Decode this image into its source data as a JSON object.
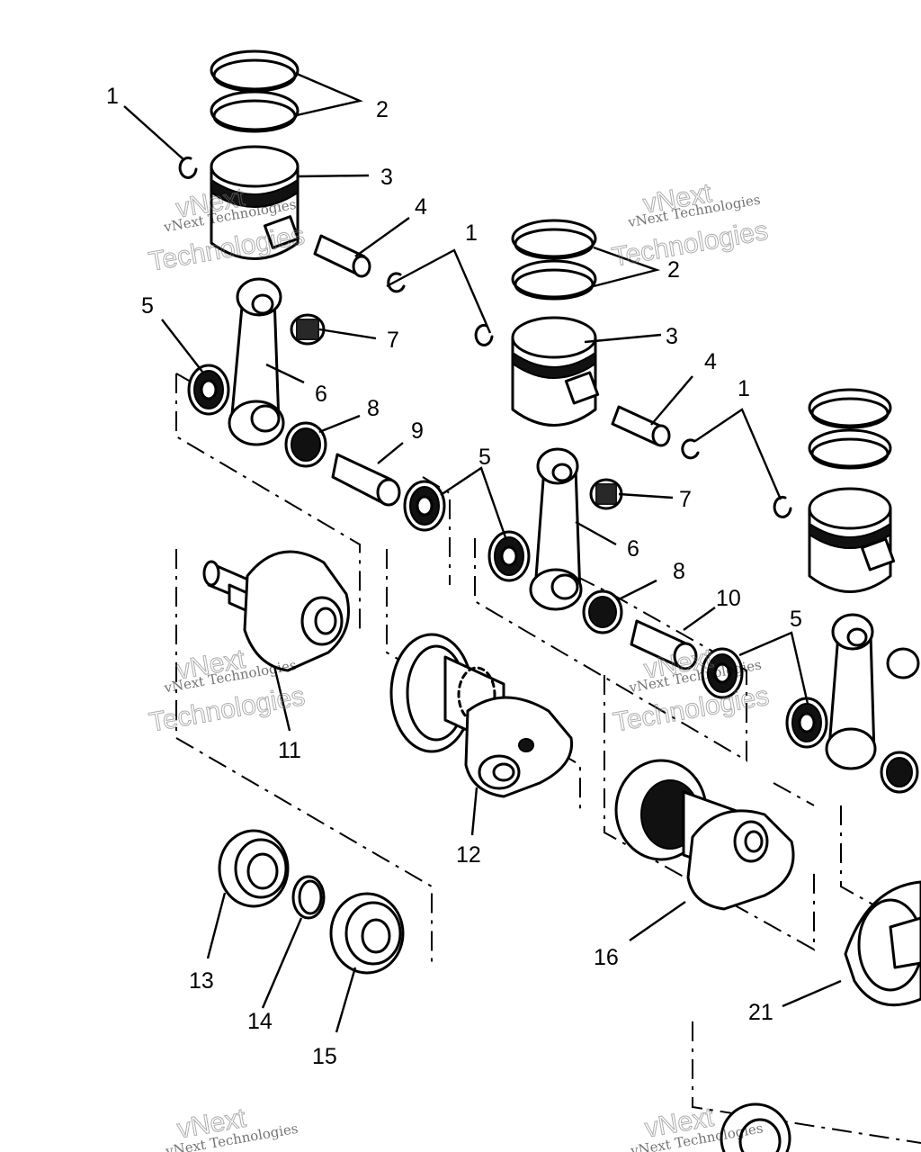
{
  "labels": {
    "l1a": "1",
    "l2a": "2",
    "l3a": "3",
    "l4a": "4",
    "l5a": "5",
    "l6a": "6",
    "l7a": "7",
    "l8a": "8",
    "l9": "9",
    "l1b": "1",
    "l2b": "2",
    "l3b": "3",
    "l4b": "4",
    "l5b": "5",
    "l6b": "6",
    "l7b": "7",
    "l8b": "8",
    "l10": "10",
    "l1c": "1",
    "l5c": "5",
    "l11": "11",
    "l12": "12",
    "l13": "13",
    "l14": "14",
    "l15": "15",
    "l16": "16",
    "l21": "21"
  },
  "watermark": {
    "line1": "vNext Technologies",
    "line2": "vNext",
    "line3": "Technologies"
  }
}
